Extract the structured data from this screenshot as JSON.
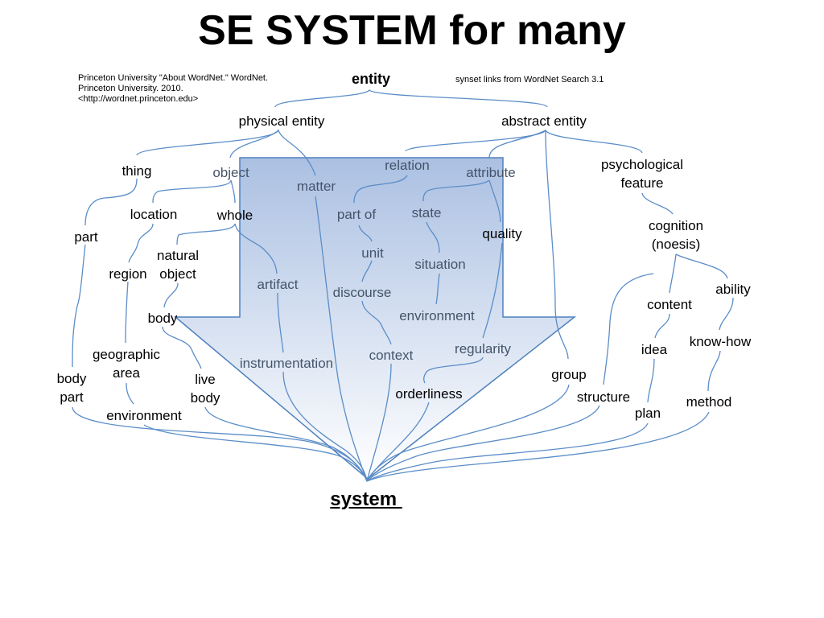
{
  "title": "SE SYSTEM for many",
  "citations": {
    "left": "Princeton University \"About WordNet.\" WordNet. Princeton University. 2010. <http://wordnet.princeton.edu>",
    "right": "synset links from WordNet Search 3.1"
  },
  "colors": {
    "line": "#5B8DC8",
    "arrow_fill_top": "#9CB5DD",
    "arrow_fill_bottom": "#FFFFFF",
    "arrow_stroke": "#4F81BD",
    "dim_text": "#44546A"
  },
  "nodes": {
    "entity": "entity",
    "physical_entity": "physical entity",
    "abstract_entity": "abstract entity",
    "thing": "thing",
    "object": "object",
    "matter": "matter",
    "relation": "relation",
    "attribute": "attribute",
    "psychological_feature": "psychological\nfeature",
    "location": "location",
    "whole": "whole",
    "part_of": "part of",
    "state": "state",
    "part": "part",
    "quality": "quality",
    "cognition": "cognition\n(noesis)",
    "natural_object": "natural\nobject",
    "unit": "unit",
    "situation": "situation",
    "region": "region",
    "artifact": "artifact",
    "discourse": "discourse",
    "ability": "ability",
    "content": "content",
    "body": "body",
    "environment_1": "environment",
    "know_how": "know-how",
    "idea": "idea",
    "regularity": "regularity",
    "geographic_area": "geographic\narea",
    "context": "context",
    "instrumentation": "instrumentation",
    "group": "group",
    "body_part": "body\npart",
    "live_body": "live\nbody",
    "orderliness": "orderliness",
    "structure": "structure",
    "method": "method",
    "plan": "plan",
    "environment_2": "environment",
    "system": "system "
  }
}
